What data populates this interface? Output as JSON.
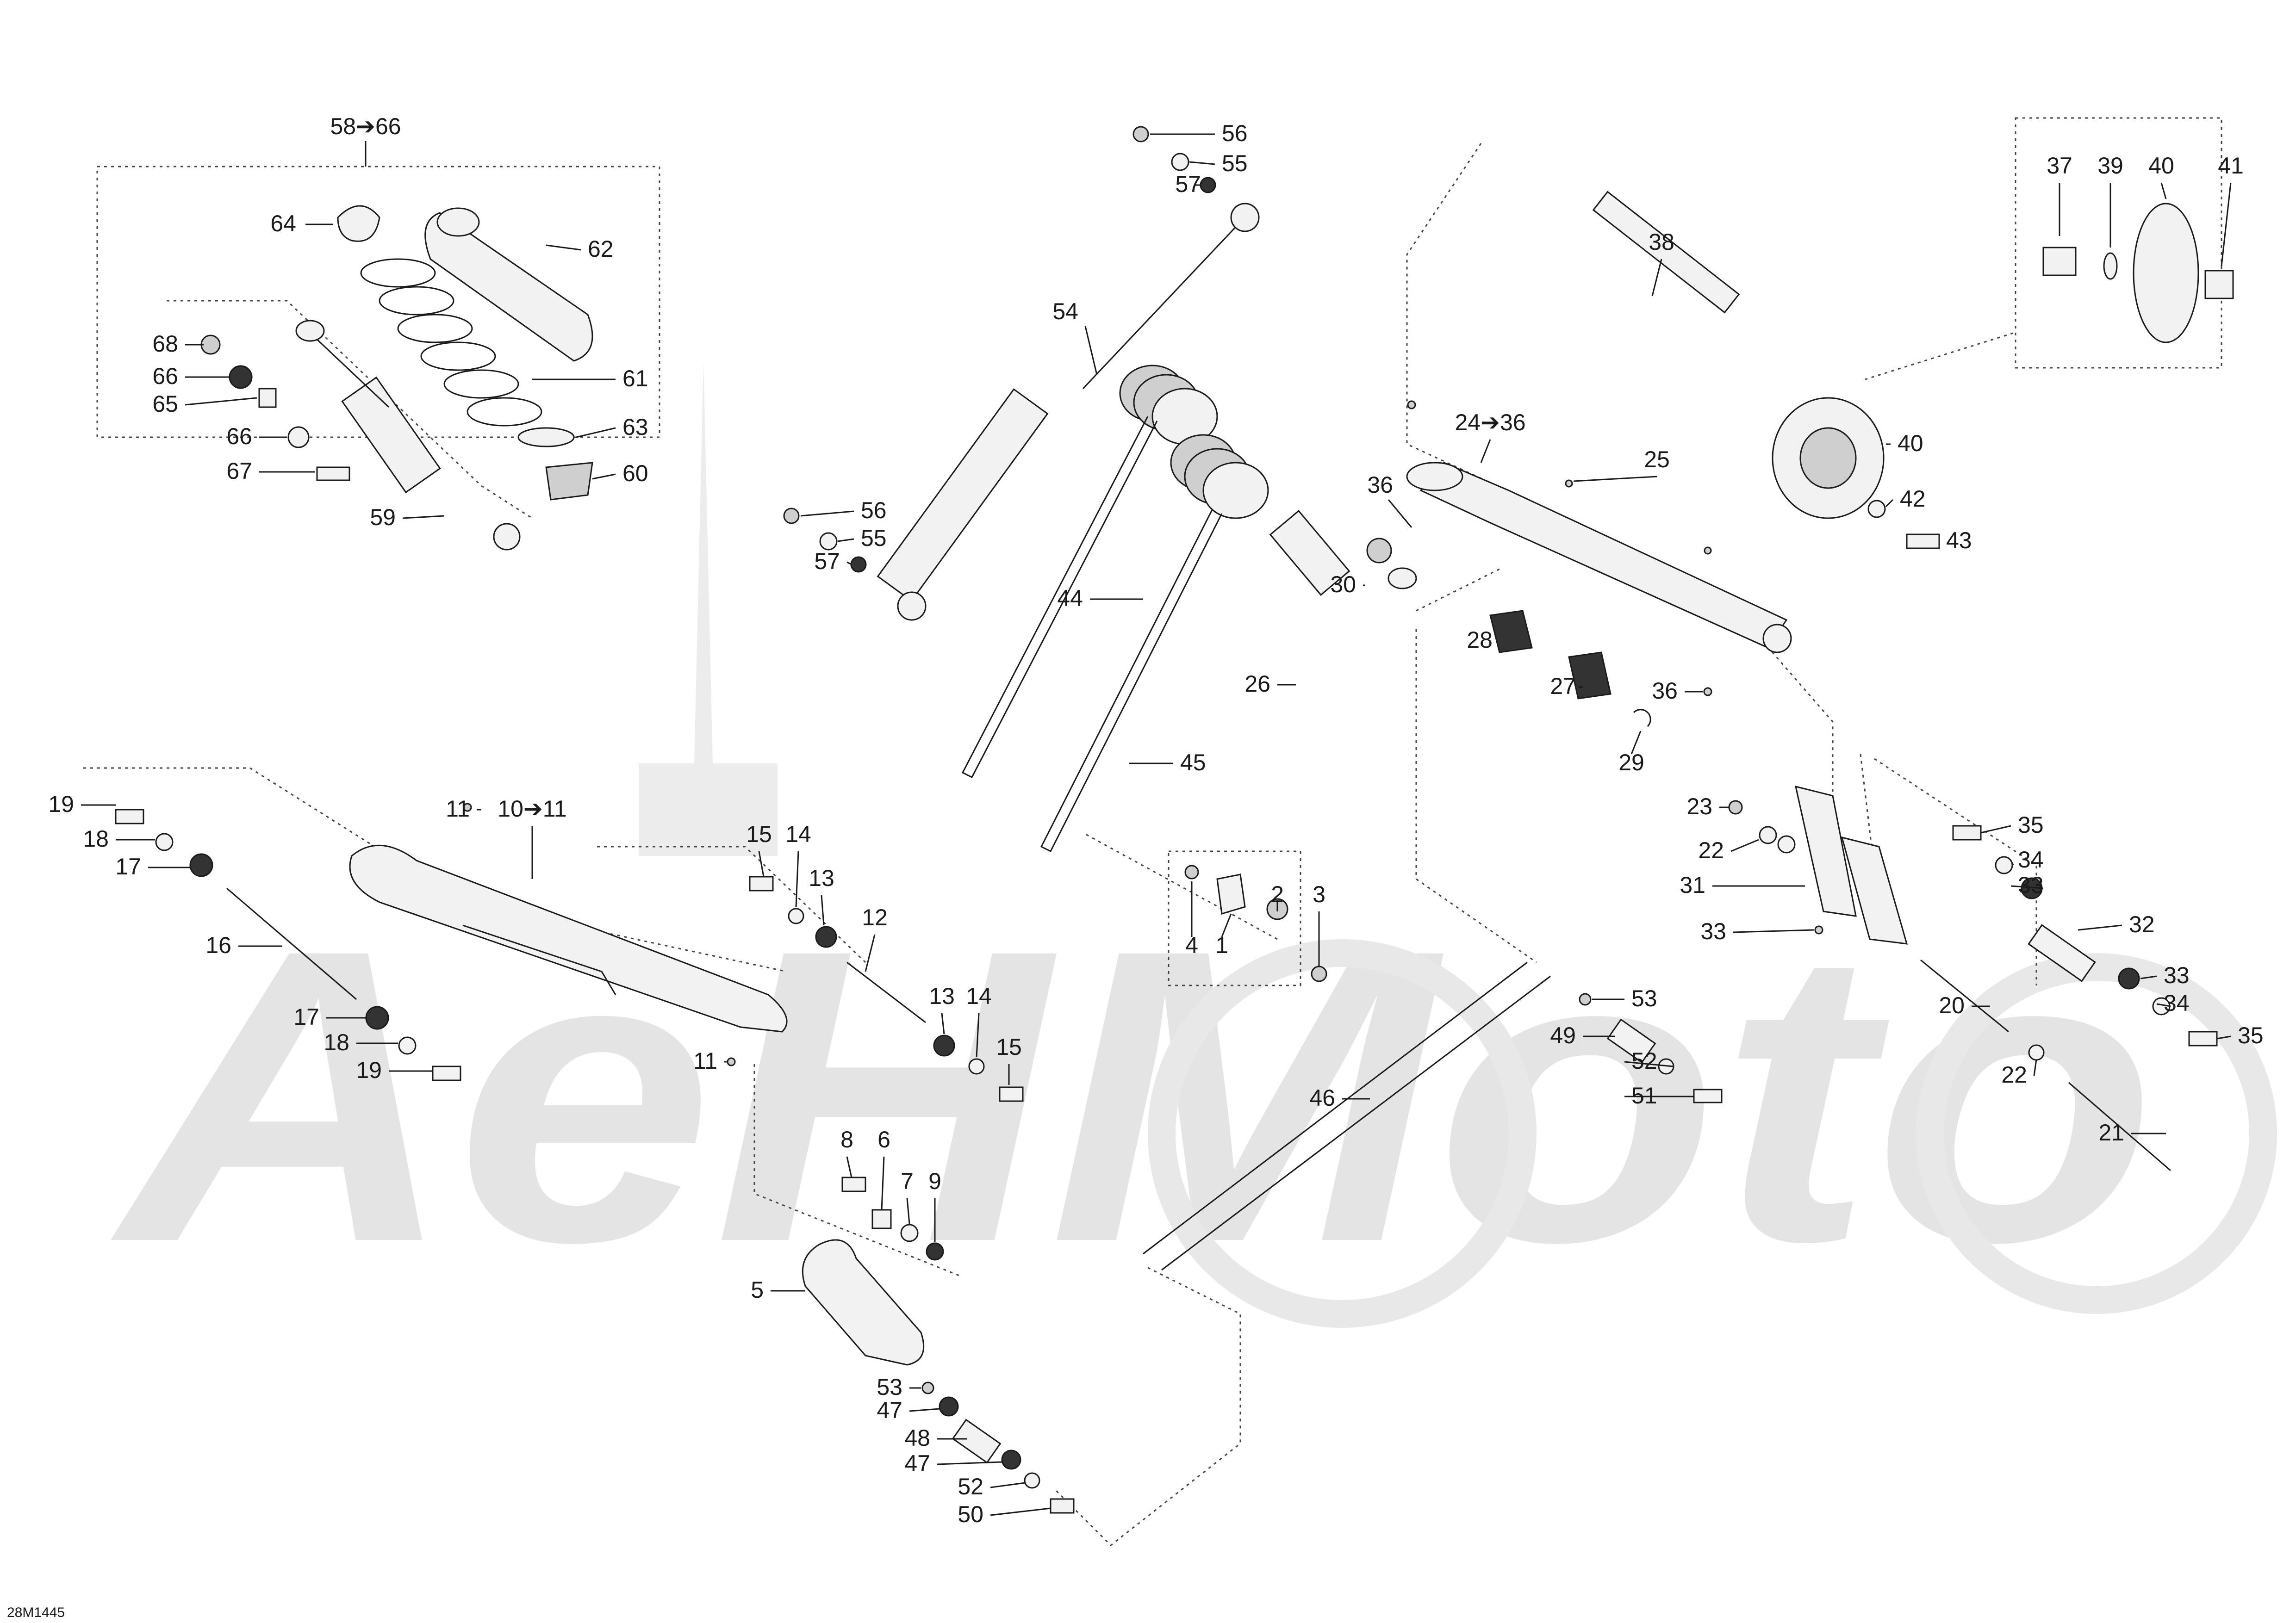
{
  "drawing_ref": "28M1445",
  "watermark": {
    "text": "AeHMoto",
    "color": "#e4e4e4"
  },
  "groups": {
    "shock_kit": "58➔66",
    "rear_arm": "24➔36",
    "front_arm": "10➔11"
  },
  "callouts": [
    "58➔66",
    "64",
    "62",
    "68",
    "66",
    "65",
    "61",
    "66",
    "63",
    "67",
    "60",
    "59",
    "56",
    "55",
    "57",
    "54",
    "56",
    "55",
    "57",
    "44",
    "26",
    "45",
    "38",
    "37",
    "39",
    "40",
    "41",
    "24➔36",
    "25",
    "40",
    "36",
    "42",
    "43",
    "30",
    "28",
    "27",
    "36",
    "29",
    "19",
    "11",
    "10➔11",
    "18",
    "17",
    "16",
    "17",
    "18",
    "19",
    "11",
    "15",
    "14",
    "13",
    "12",
    "13",
    "14",
    "15",
    "4",
    "1",
    "2",
    "3",
    "23",
    "35",
    "22",
    "34",
    "31",
    "33",
    "32",
    "33",
    "33",
    "34",
    "20",
    "35",
    "22",
    "21",
    "53",
    "49",
    "52",
    "51",
    "46",
    "8",
    "6",
    "7",
    "9",
    "5",
    "53",
    "47",
    "48",
    "47",
    "52",
    "50"
  ]
}
